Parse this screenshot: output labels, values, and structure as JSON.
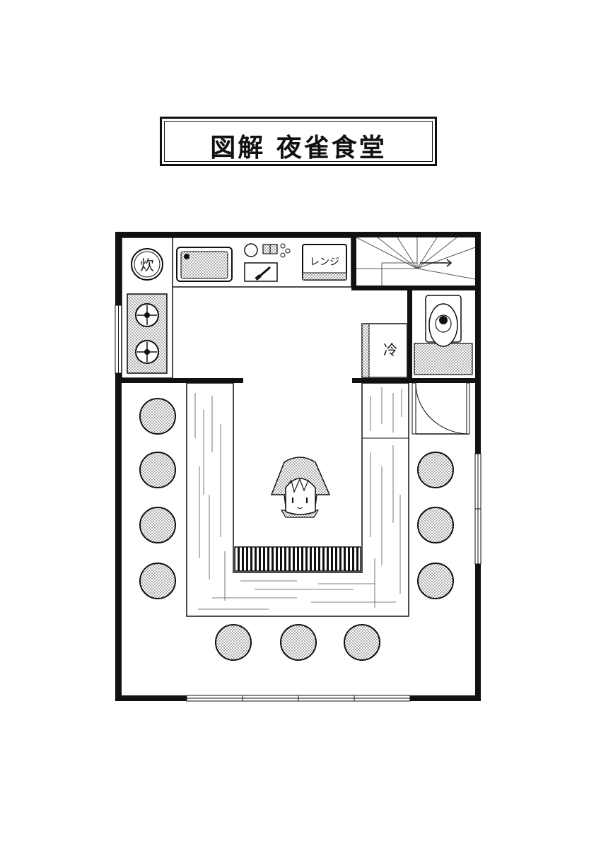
{
  "title": "図解 夜雀食堂",
  "labels": {
    "rice_cooker": "炊",
    "microwave": "レンジ",
    "fridge": "冷"
  }
}
